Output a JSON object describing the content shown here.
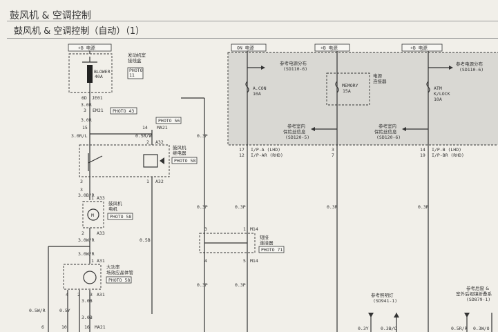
{
  "header": {
    "section": "鼓风机 & 空调控制",
    "title": "鼓风机 & 空调控制（自动）（1）"
  },
  "power_sources": [
    {
      "label": "+B 电源"
    },
    {
      "label": "ON 电源"
    },
    {
      "label": "+B 电源"
    },
    {
      "label": "+B 电源"
    }
  ],
  "engine_box": {
    "label1": "发动机室",
    "label2": "接线盒",
    "fuse_name": "BLOWER",
    "fuse_rating": "40A",
    "photo_label": "PHOTO",
    "photo_num": "11"
  },
  "left_chain": {
    "je01_pin": "6D",
    "je01": "JE01",
    "w1": "3.0R",
    "em21_pin": "3",
    "em21": "EM21",
    "photo43": "PHOTO 43",
    "w2": "3.0R",
    "pin15": "15",
    "pin14": "14",
    "ma21": "MA21",
    "photo56": "PHOTO 56",
    "w_30rl": "3.0R/L",
    "w_05rw": "0.5R/W",
    "pin2": "2",
    "a32": "A32",
    "relay_l1": "鼓风机",
    "relay_l2": "继电器",
    "photo58a": "PHOTO 58",
    "relay_pin3": "3",
    "relay_pin1": "1",
    "a32b": "A32",
    "pin3b": "3",
    "w_30br": "3.0B/R",
    "pin1_a33": "1",
    "a33": "A33",
    "motor_l1": "鼓风机",
    "motor_l2": "电机",
    "photo58b": "PHOTO 58",
    "motor_symbol": "M",
    "pin2_a33": "2",
    "a33b": "A33",
    "w_30wr": "3.0W/R",
    "w_05b_right": "0.5B",
    "w_30wr2": "3.0W/R",
    "pin1_a31": "1",
    "a31": "A31",
    "tr_l1": "大功率",
    "tr_l2": "场效应晶体管",
    "photo58c": "PHOTO 58",
    "pin4": "4",
    "pin2_a31": "2",
    "pin3_a31": "3",
    "a31b": "A31",
    "w_30b": "3.0B",
    "w_05wr": "0.5W/R",
    "w_05y": "0.5Y",
    "w_30b2": "3.0B",
    "pin6": "6",
    "pin10": "10",
    "pin16": "16",
    "ma21b": "MA21",
    "w_03p_vert": "0.3P"
  },
  "right_block": {
    "ref_power_l1": "参考电源分布",
    "ref_power_l2": "(SD110-6)",
    "acon": "A.CON",
    "acon_rating": "10A",
    "memory": "MEMORY",
    "memory_rating": "15A",
    "elec_conn_l1": "电源",
    "elec_conn_l2": "连接器",
    "atm": "ATM",
    "klock": "K/LOCK",
    "atm_rating": "10A",
    "ref_power2_l1": "参考电源分布",
    "ref_power2_l2": "(SD110-6)",
    "ref_fuse1_l1": "参考室内",
    "ref_fuse1_l2": "保险丝信息",
    "ref_fuse1_l3": "(SD120-5)",
    "ref_fuse2_l1": "参考室内",
    "ref_fuse2_l2": "保险丝信息",
    "ref_fuse2_l3": "(SD120-6)",
    "pin17": "17",
    "pin12": "12",
    "ipa_lhd": "I/P-A (LHD)",
    "ipar_rhd": "I/P-AR (RHD)",
    "pin3c": "3",
    "pin7": "7",
    "pin14b": "14",
    "pin19": "19",
    "ipb_lhd": "I/P-B (LHD)",
    "ipbr_rhd": "I/P-BR (RHD)",
    "w_03p_a": "0.3P",
    "w_03r": "0.3R",
    "w_03p_b": "0.3P",
    "w_03r_right": "0.3R",
    "pin3_m14": "3",
    "pin1_m14": "1",
    "m14": "M14",
    "short_l1": "短接",
    "short_l2": "连接器",
    "photo71": "PHOTO 71",
    "pin4_m14": "4",
    "pin5_m14": "5",
    "m14b": "M14",
    "w_03p_c": "0.3P",
    "w_03p_d": "0.3P",
    "ref_light_l1": "参考照明灯",
    "ref_light_l2": "(SD941-1)",
    "ref_rear_l1": "参考后窗 &",
    "ref_rear_l2": "室外后视镜折叠系",
    "ref_rear_l3": "(SD879-1)",
    "w_03y": "0.3Y",
    "w_03bo": "0.3B/O",
    "w_05rr": "0.5R/R",
    "w_03wo": "0.3W/O"
  }
}
